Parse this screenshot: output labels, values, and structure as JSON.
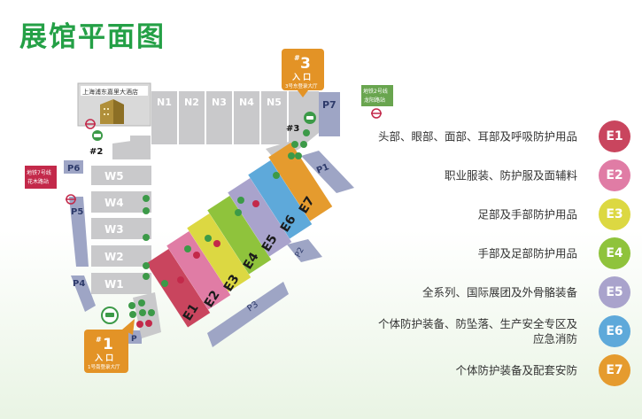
{
  "title": "展馆平面图",
  "colors": {
    "E1": "#c9455e",
    "E2": "#e07ca5",
    "E3": "#dcd842",
    "E4": "#8fc33c",
    "E5": "#a9a3cc",
    "E6": "#5ea9da",
    "E7": "#e59b2e",
    "hall_gray": "#c9c9cb",
    "side_hall": "#9ea5c5",
    "metro_red": "#c3294a",
    "metro_green": "#69a54f",
    "brand_green": "#24a046",
    "entrance_orange": "#e39326",
    "icon_green": "#3c9a48"
  },
  "hotel": {
    "label": "上海浦东嘉里大酒店"
  },
  "north_halls": [
    "N1",
    "N2",
    "N3",
    "N4",
    "N5"
  ],
  "west_halls": [
    "W5",
    "W4",
    "W3",
    "W2",
    "W1"
  ],
  "east_halls": [
    "E1",
    "E2",
    "E3",
    "E4",
    "E5",
    "E6",
    "E7"
  ],
  "side_halls": {
    "p1": "P1",
    "p2": "P2",
    "p3": "P3",
    "p4": "P4",
    "p5": "P5",
    "p6": "P6",
    "p7": "P7",
    "p8": "P"
  },
  "metro": {
    "line7": {
      "name": "地铁7号线",
      "station": "花木路站"
    },
    "line2": {
      "name": "地铁2号线",
      "station": "龙阳路站"
    }
  },
  "entrances": {
    "e1": {
      "hash": "#",
      "num": "1",
      "label": "入 口",
      "sub": "1号南登录大厅"
    },
    "e3": {
      "hash": "#",
      "num": "3",
      "label": "入 口",
      "sub": "3号东登录大厅"
    }
  },
  "markers": {
    "m2": "#2",
    "m3": "#3"
  },
  "legend": [
    {
      "badge": "E1",
      "text": "头部、眼部、面部、耳部及呼吸防护用品"
    },
    {
      "badge": "E2",
      "text": "职业服装、防护服及面辅料"
    },
    {
      "badge": "E3",
      "text": "足部及手部防护用品"
    },
    {
      "badge": "E4",
      "text": "手部及足部防护用品"
    },
    {
      "badge": "E5",
      "text": "全系列、国际展团及外骨骼装备"
    },
    {
      "badge": "E6",
      "text": "个体防护装备、防坠落、生产安全专区及应急消防"
    },
    {
      "badge": "E7",
      "text": "个体防护装备及配套安防"
    }
  ]
}
